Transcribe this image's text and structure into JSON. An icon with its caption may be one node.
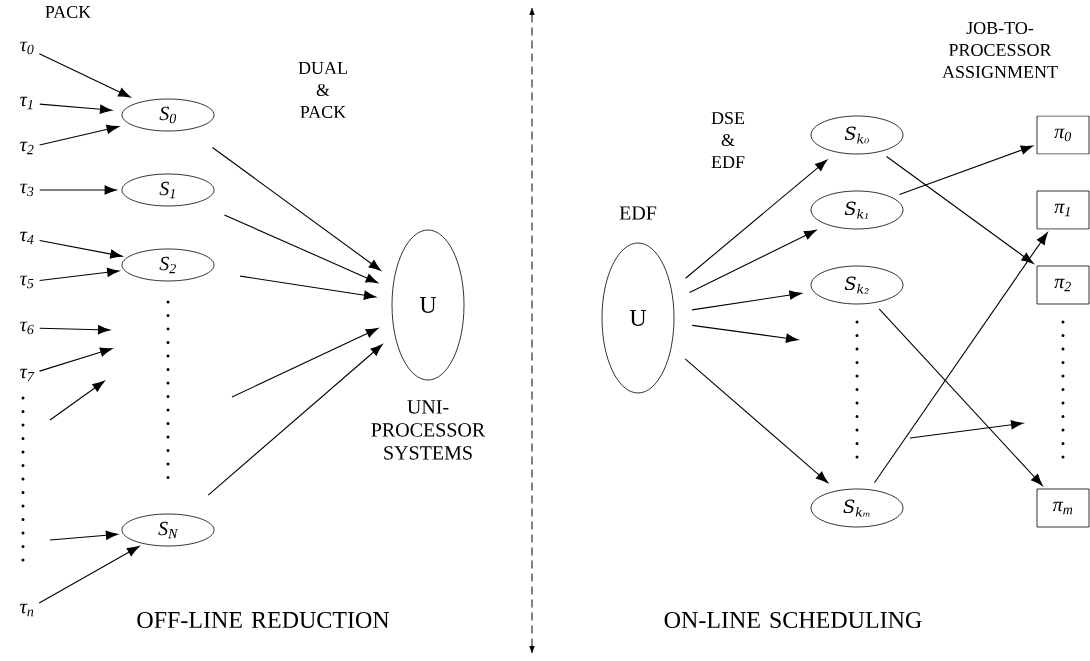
{
  "diagram": {
    "nodes": [
      {
        "text": [
          "τ$_{0}$"
        ]
      },
      {
        "text": [
          "τ$_{1}$"
        ]
      },
      {
        "text": [
          "τ$_{2}$"
        ]
      },
      {
        "text": [
          "τ$_{3}$"
        ]
      },
      {
        "text": [
          "τ$_{4}$"
        ]
      },
      {
        "text": [
          "τ$_{5}$"
        ]
      },
      {
        "text": [
          "τ$_{6}$"
        ]
      },
      {
        "text": [
          "τ$_{7}$"
        ]
      },
      {
        "text": [
          "τ$_{n}$"
        ]
      },
      {
        "text": [
          "S$_{0}$"
        ]
      },
      {
        "text": [
          "S$_{1}$"
        ]
      },
      {
        "text": [
          "S$_{2}$"
        ]
      },
      {
        "text": [
          "S$_{N}$"
        ]
      },
      {
        "text": [
          "U"
        ],
        "beside": [
          "UNI- PROCESSOR SYSTEMS"
        ]
      },
      {
        "text": [
          "U"
        ],
        "beside": [
          "EDF"
        ]
      },
      {
        "text": [
          "S$_{k₀}$"
        ]
      },
      {
        "text": [
          "S$_{k₁}$"
        ]
      },
      {
        "text": [
          "S$_{k₂}$"
        ]
      },
      {
        "text": [
          "S$_{kₘ}$"
        ]
      },
      {
        "text": [
          "π$_{0}$"
        ]
      },
      {
        "text": [
          "π$_{1}$"
        ]
      },
      {
        "text": [
          "π$_{2}$"
        ]
      },
      {
        "text": [
          "π$_{m}$"
        ]
      }
    ],
    "edges": [
      {
        "from": 0,
        "to": 9,
        "arrow": "to"
      },
      {
        "from": 1,
        "to": 9,
        "arrow": "to"
      },
      {
        "from": 2,
        "to": 9,
        "arrow": "to"
      },
      {
        "from": 3,
        "to": 10,
        "arrow": "to"
      },
      {
        "from": 4,
        "to": 11,
        "arrow": "to"
      },
      {
        "from": 5,
        "to": 11,
        "arrow": "to"
      },
      {
        "from": 6,
        "to": null,
        "arrow": "to"
      },
      {
        "from": 7,
        "to": null,
        "arrow": "to"
      },
      {
        "from": null,
        "to": 12,
        "arrow": "to"
      },
      {
        "from": 8,
        "to": 12,
        "arrow": "to"
      },
      {
        "from": 9,
        "to": 13,
        "arrow": "to"
      },
      {
        "from": 10,
        "to": 13,
        "arrow": "to"
      },
      {
        "from": 11,
        "to": 13,
        "arrow": "to"
      },
      {
        "from": null,
        "to": 13,
        "arrow": "to"
      },
      {
        "from": 12,
        "to": 13,
        "arrow": "to"
      },
      {
        "from": 14,
        "to": 15,
        "arrow": "to"
      },
      {
        "from": 14,
        "to": 16,
        "arrow": "to"
      },
      {
        "from": 14,
        "to": 17,
        "arrow": "to"
      },
      {
        "from": 14,
        "to": null,
        "arrow": "to"
      },
      {
        "from": 14,
        "to": 18,
        "arrow": "to"
      },
      {
        "from": 15,
        "to": 21,
        "arrow": "to"
      },
      {
        "from": 16,
        "to": 19,
        "arrow": "to"
      },
      {
        "from": 17,
        "to": 22,
        "arrow": "to"
      },
      {
        "from": 18,
        "to": 20,
        "arrow": "to"
      }
    ],
    "labels": [
      "PACK",
      "DUAL & PACK",
      "DSE & EDF",
      "JOB-TO- PROCESSOR ASSIGNMENT",
      "OFF-LINE REDUCTION",
      "ON-LINE SCHEDULING"
    ]
  }
}
